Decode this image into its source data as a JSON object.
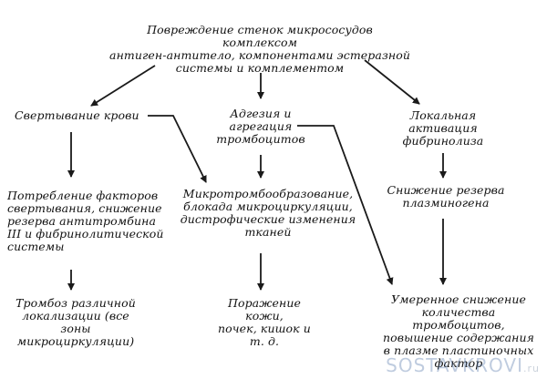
{
  "nodes": {
    "top": "Повреждение стенок микрососудов комплексом\nантиген-антитело, компонентами эстеразной\nсистемы и комплементом",
    "coag": "Свертывание крови",
    "adhesion": "Адгезия и\nагрегация\nтромбоцитов",
    "fibrinolysis": "Локальная\nактивация\nфибринолиза",
    "consumption": "Потребление факторов\nсвертывания, снижение\nрезерва антитромбина\nIII и фибринолитической\nсистемы",
    "microthrombi": "Микротромбообразование,\nблокада микроциркуляции,\nдистрофические изменения\nтканей",
    "plasminogen": "Снижение резерва\nплазминогена",
    "thrombosis": "Тромбоз различной\nлокализации (все зоны\nмикроциркуляции)",
    "organs": "Поражение кожи,\nпочек, кишок и т. д.",
    "platelets": "Умеренное снижение\nколичества тромбоцитов,\nповышение содержания\nв плазме пластиночных\nфактор"
  },
  "watermark": {
    "part1": "SOSTAV",
    "part2": "KROVI",
    "part3": ".ru"
  }
}
